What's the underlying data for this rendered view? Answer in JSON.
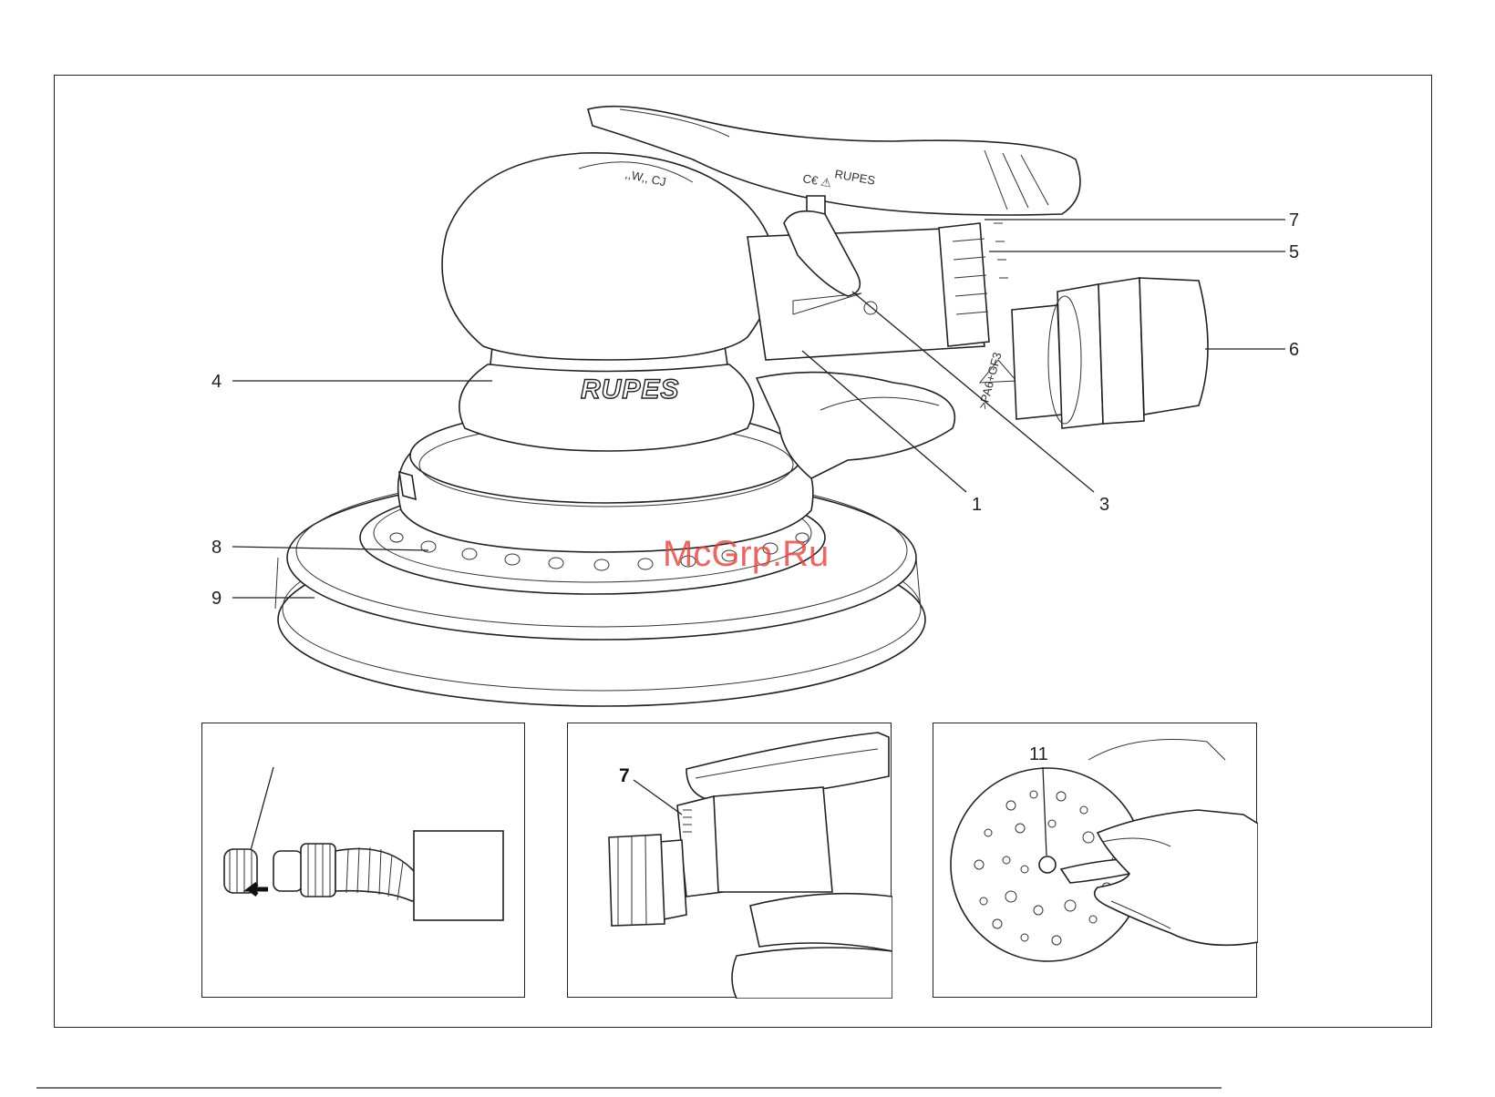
{
  "main_figure": {
    "callouts": [
      "7",
      "5",
      "6",
      "4",
      "1",
      "3",
      "8",
      "9"
    ],
    "brand_text": "RUPES",
    "material_mark": ">PA6+GF3"
  },
  "insets": {
    "hose": {
      "callout": ""
    },
    "lever": {
      "callout": "7"
    },
    "pad": {
      "callout": "11"
    }
  },
  "watermark": "McGrp.Ru"
}
